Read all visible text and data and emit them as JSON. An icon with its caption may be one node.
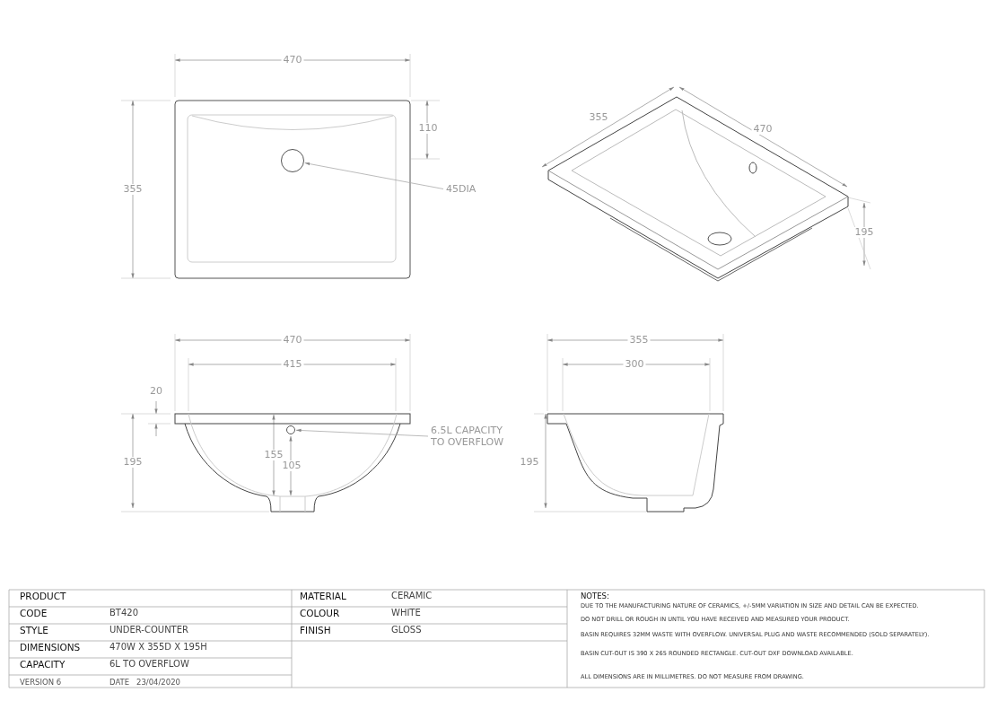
{
  "diagram": {
    "nodes": [
      {
        "text": [
          "45DIA"
        ]
      },
      {
        "text": [],
        "shape": "circle"
      },
      {
        "text": [
          "6.5L CAPACITY TO OVERFLOW"
        ]
      },
      {
        "text": [],
        "shape": "circle"
      }
    ],
    "edges": [
      {
        "from": 0,
        "to": 1,
        "arrow": "to"
      },
      {
        "from": 2,
        "to": 3,
        "arrow": "to"
      }
    ],
    "labels": [
      "470",
      "110",
      "355",
      "355",
      "470",
      "195",
      "470",
      "355",
      "415",
      "300",
      "20",
      "155",
      "105",
      "195",
      "195",
      "PRODUCT",
      "MATERIAL",
      "CERAMIC",
      "CODE",
      "BT420",
      "COLOUR",
      "WHITE",
      "STYLE",
      "UNDER-COUNTER",
      "FINISH",
      "GLOSS",
      "DIMENSIONS",
      "470W X 355D X 195H",
      "CAPACITY",
      "6L TO OVERFLOW",
      "VERSION 6",
      "DATE",
      "23/04/2020",
      "NOTES:",
      "DUE TO THE MANUFACTURING NATURE OF CERAMICS, +/-5MM VARIATION IN SIZE AND DETAIL CAN BE EXPECTED.",
      "DO NOT DRILL OR ROUGH IN UNTIL YOU HAVE RECEIVED AND MEASURED YOUR PRODUCT.",
      "BASIN REQUIRES 32MM WASTE WITH OVERFLOW. UNIVERSAL PLUG AND WASTE RECOMMENDED (SOLD SEPARATELY).",
      "BASIN CUT-OUT IS 390 X 265 ROUNDED RECTANGLE. CUT-OUT DXF DOWNLOAD AVAILABLE.",
      "ALL DIMENSIONS ARE IN MILLIMETRES. DO NOT MEASURE FROM DRAWING."
    ]
  }
}
